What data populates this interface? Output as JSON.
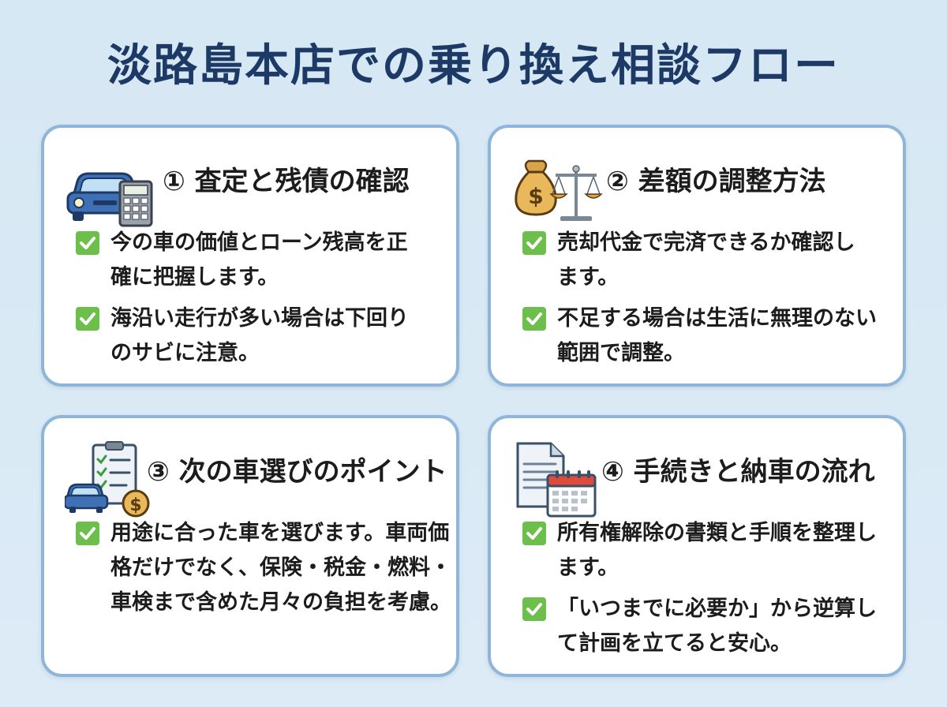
{
  "title": "淡路島本店での乗り換え相談フロー",
  "colors": {
    "title": "#1d3a66",
    "card_border": "#8fb6d9",
    "check": "#6cbf4a",
    "background": "#d6e8f4"
  },
  "cards": [
    {
      "icon": "car-calculator-icon",
      "title": "① 査定と残債の確認",
      "items": [
        "今の車の価値とローン残高を正確に把握します。",
        "海沿い走行が多い場合は下回りのサビに注意。"
      ]
    },
    {
      "icon": "money-bag-scale-icon",
      "title": "② 差額の調整方法",
      "items": [
        "売却代金で完済できるか確認します。",
        "不足する場合は生活に無理のない範囲で調整。"
      ]
    },
    {
      "icon": "car-checklist-coin-icon",
      "title": "③ 次の車選びのポイント",
      "items": [
        "用途に合った車を選びます。車両価格だけでなく、保険・税金・燃料・車検まで含めた月々の負担を考慮。"
      ]
    },
    {
      "icon": "document-calendar-icon",
      "title": "④ 手続きと納車の流れ",
      "items": [
        "所有権解除の書類と手順を整理します。",
        "「いつまでに必要か」から逆算して計画を立てると安心。"
      ]
    }
  ]
}
